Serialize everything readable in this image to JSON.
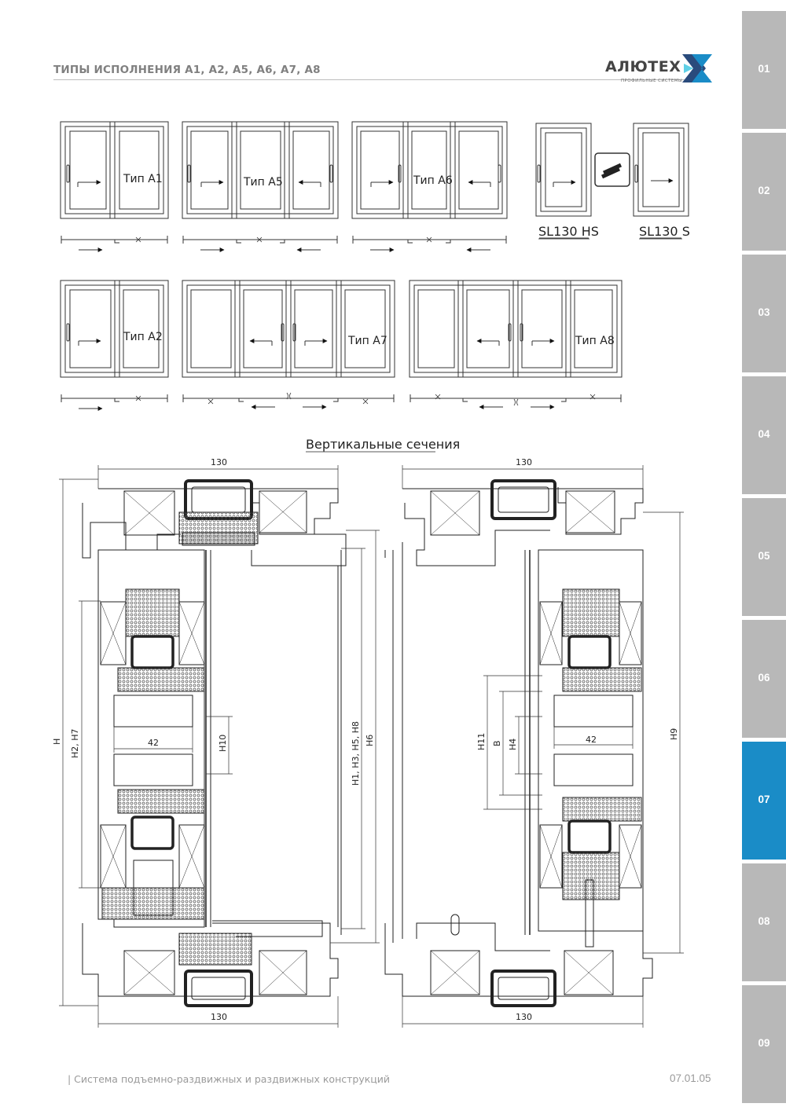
{
  "header": {
    "title": "ТИПЫ ИСПОЛНЕНИЯ А1, А2, А5, А6, А7, А8"
  },
  "logo": {
    "name": "АЛЮТЕХ",
    "tagline": "ПРОФИЛЬНЫЕ СИСТЕМЫ",
    "colors": {
      "primary": "#1a8cc7",
      "dark": "#2a4b7c"
    }
  },
  "sidebar": {
    "tabs": [
      {
        "label": "01",
        "active": false
      },
      {
        "label": "02",
        "active": false
      },
      {
        "label": "03",
        "active": false
      },
      {
        "label": "04",
        "active": false
      },
      {
        "label": "05",
        "active": false
      },
      {
        "label": "06",
        "active": false
      },
      {
        "label": "07",
        "active": true
      },
      {
        "label": "08",
        "active": false
      },
      {
        "label": "09",
        "active": false
      }
    ],
    "active_color": "#1a8cc7",
    "inactive_color": "#b8b8b8"
  },
  "types": {
    "a1": "Тип А1",
    "a5": "Тип А5",
    "a6": "Тип А6",
    "a2": "Тип А2",
    "a7": "Тип А7",
    "a8": "Тип А8",
    "sl130hs": "SL130 HS",
    "sl130s": "SL130 S"
  },
  "section": {
    "title": "Вертикальные сечения",
    "dims": {
      "left_top": "130",
      "left_bottom": "130",
      "right_top": "130",
      "right_bottom": "130",
      "h": "H",
      "h2h7": "H2, H7",
      "h10": "H10",
      "h1358": "H1, H3, H5, H8",
      "h6": "H6",
      "w42_left": "42",
      "w42_right": "42",
      "h11": "H11",
      "b": "B",
      "h4": "H4",
      "h9": "H9"
    }
  },
  "footer": {
    "system": "| Система подъемно-раздвижных и раздвижных конструкций",
    "page": "07.01.05"
  }
}
